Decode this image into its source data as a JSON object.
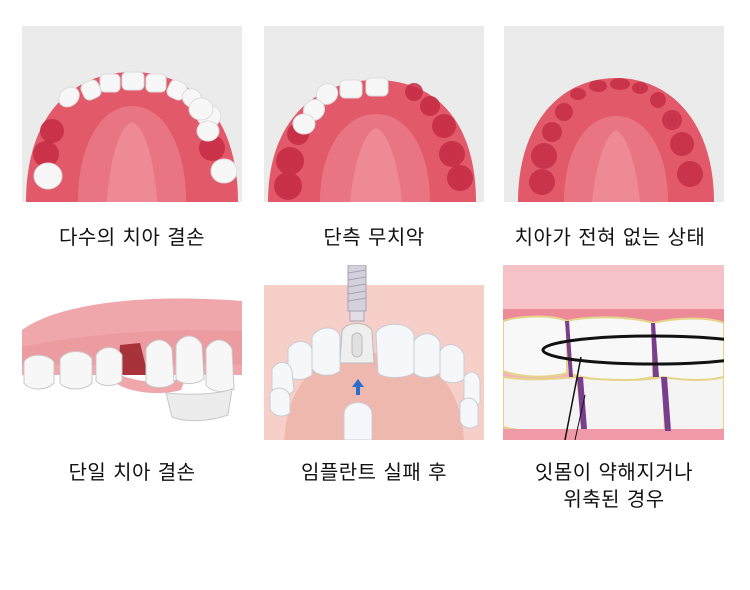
{
  "colors": {
    "page_background": "#ffffff",
    "panel_background": "#ebebeb",
    "gum_pink": "#e25a6a",
    "gum_light": "#f08a94",
    "socket_dark": "#c52b44",
    "tooth_white": "#f7f7f7",
    "arrow_blue": "#2a6fd0",
    "caption_text": "#111111"
  },
  "panels": [
    {
      "id": "multiple-missing",
      "icon": "upper-jaw-partial-teeth-illustration",
      "caption": "다수의 치아 결손"
    },
    {
      "id": "unilateral-edentulous",
      "icon": "upper-jaw-one-side-missing-illustration",
      "caption": "단측 무치악"
    },
    {
      "id": "fully-edentulous",
      "icon": "upper-jaw-no-teeth-illustration",
      "caption": "치아가 전혀 없는 상태"
    },
    {
      "id": "single-missing",
      "icon": "single-tooth-gap-illustration",
      "caption": "단일 치아 결손"
    },
    {
      "id": "implant-failure",
      "icon": "implant-crown-illustration",
      "caption": "임플란트 실패 후"
    },
    {
      "id": "gum-recession",
      "icon": "gum-recession-illustration",
      "caption": "잇몸이 약해지거나\n위축된 경우"
    }
  ]
}
